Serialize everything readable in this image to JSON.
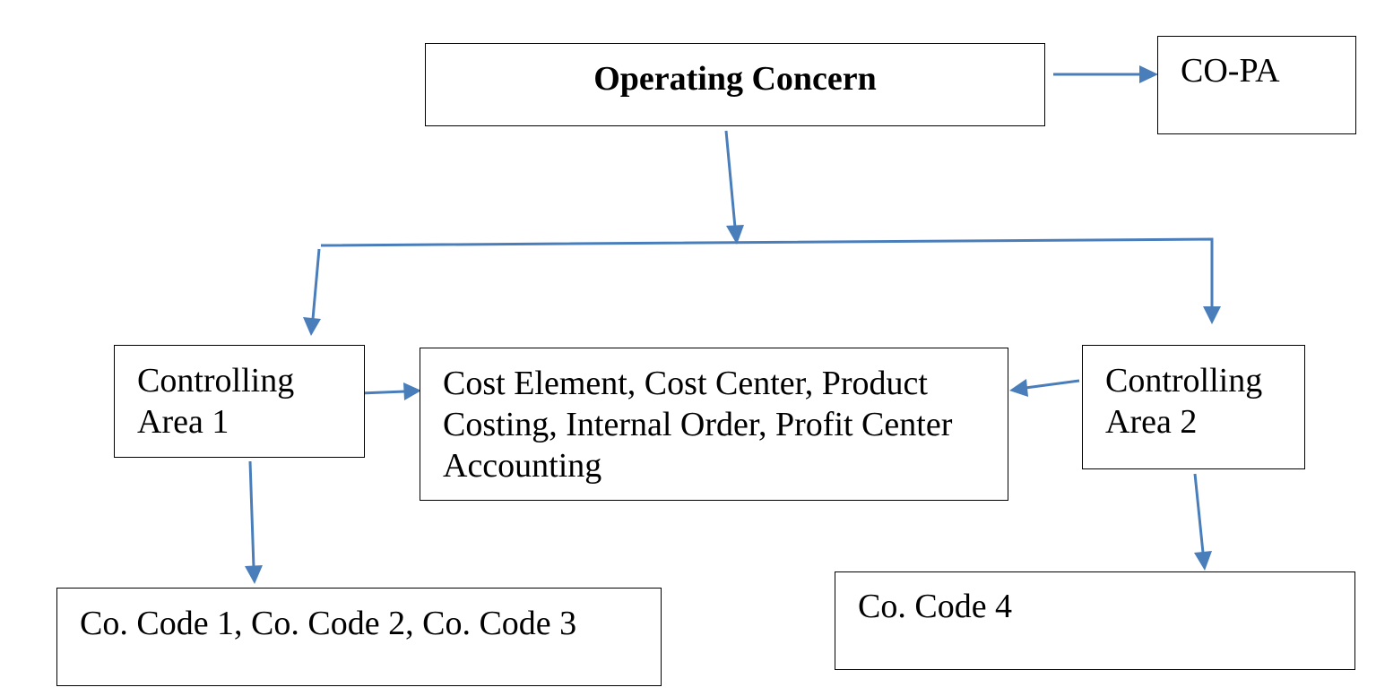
{
  "diagram": {
    "nodes": {
      "operating_concern": "Operating Concern",
      "copa": "CO-PA",
      "controlling_area_1": "Controlling\nArea 1",
      "components": "Cost Element, Cost Center, Product\nCosting, Internal Order, Profit Center\nAccounting",
      "controlling_area_2": "Controlling\nArea 2",
      "company_codes_1_3": "Co. Code 1, Co. Code 2, Co. Code 3",
      "company_code_4": "Co. Code 4"
    },
    "colors": {
      "connector": "#4a7ebb",
      "box_border": "#000000",
      "text": "#000000"
    }
  }
}
